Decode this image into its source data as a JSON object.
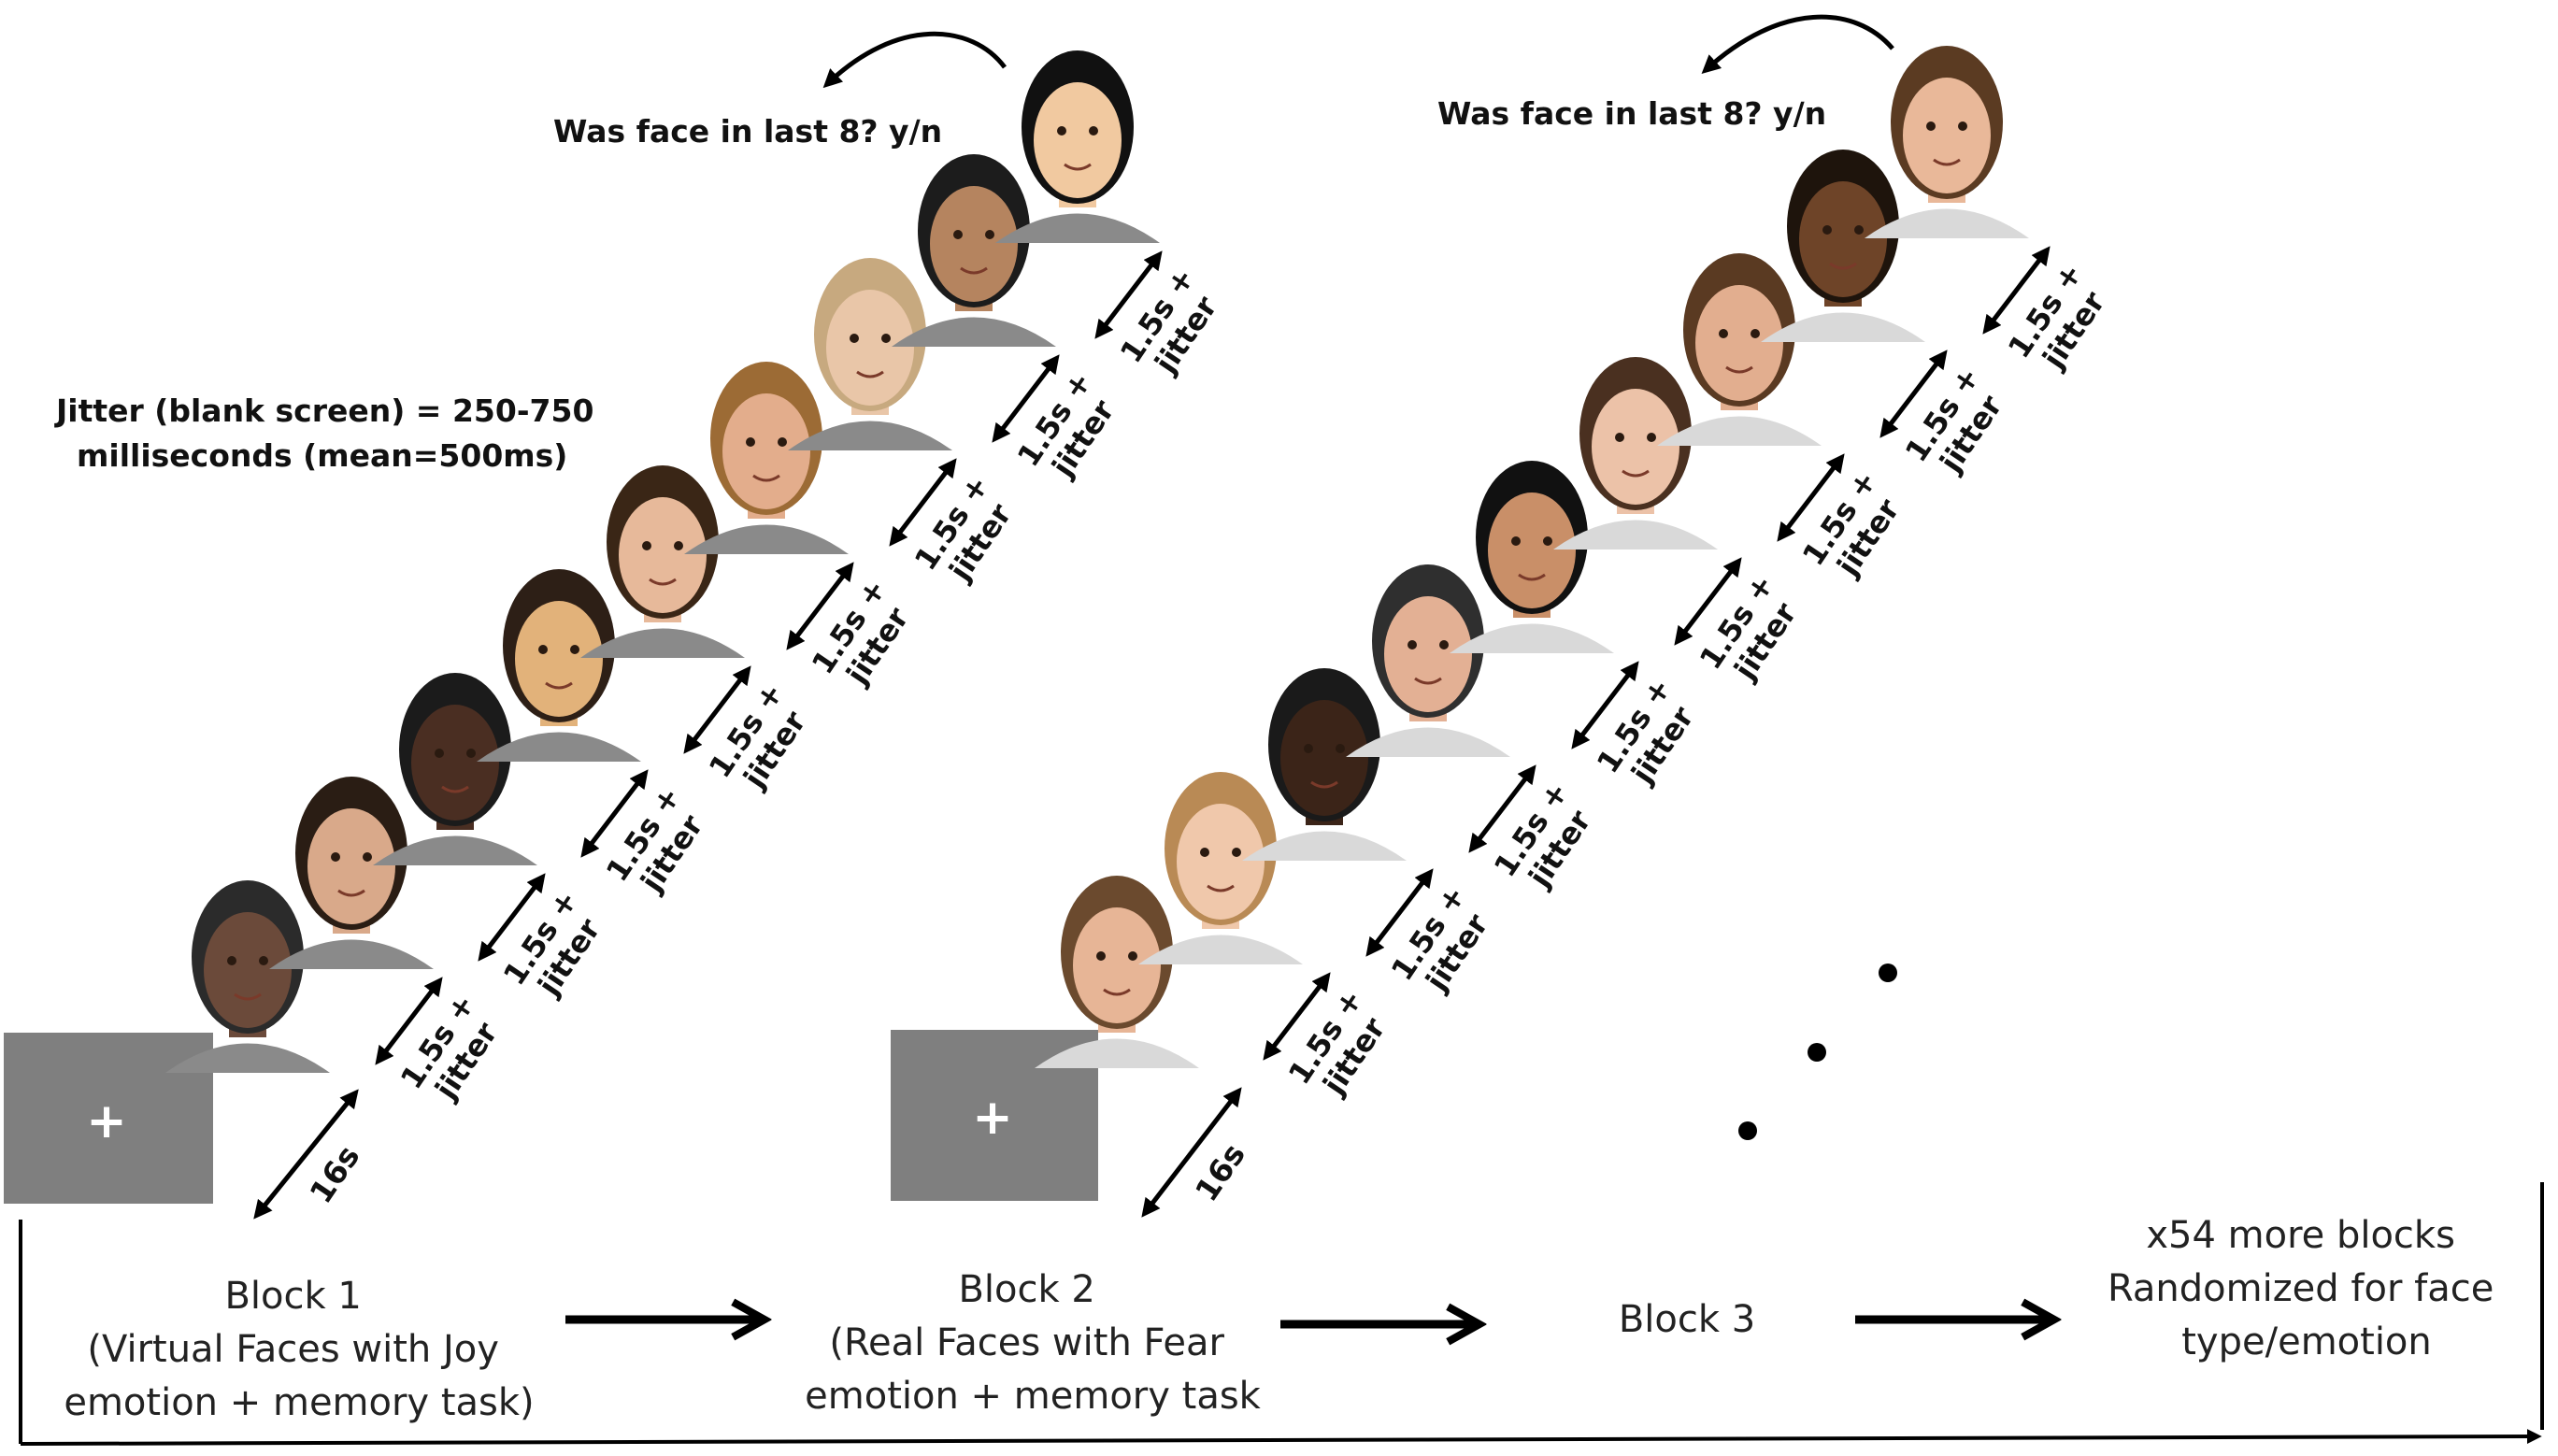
{
  "question_label": "Was face in last 8? y/n",
  "jitter_note": {
    "line1": "Jitter (blank screen) = 250-750",
    "line2": "milliseconds (mean=500ms)"
  },
  "fixation_symbol": "+",
  "baseline_label": "16s",
  "interval_label": {
    "line1": "1.5s +",
    "line2": "jitter"
  },
  "blocks": [
    {
      "lines": [
        "Block 1",
        "(Virtual Faces with Joy",
        "emotion + memory task)"
      ]
    },
    {
      "lines": [
        "Block 2",
        "(Real Faces with Fear",
        "emotion + memory task"
      ]
    },
    {
      "lines": [
        "Block 3"
      ]
    },
    {
      "lines": [
        "x54 more blocks",
        "Randomized for face",
        "type/emotion"
      ]
    }
  ],
  "colors": {
    "fixation_screen": "#7f7f7f",
    "arrow": "#000000",
    "virtual_skin_tones": [
      "#6b4a3a",
      "#d9a98a",
      "#4a2e22",
      "#e2b27a",
      "#e7b99a",
      "#e3ad8c",
      "#e9c6a8",
      "#b5845f",
      "#f1c9a0"
    ],
    "real_skin_tones": [
      "#e7b596",
      "#f0c8ab",
      "#3b2418",
      "#e3b094",
      "#c98f68",
      "#ecc2a8",
      "#e2ae8f",
      "#6e4428",
      "#e9b899"
    ],
    "shirt": "#8a8a8a"
  },
  "icons": [
    "fixation-cross-icon",
    "double-arrow-icon",
    "curved-return-arrow-icon",
    "right-arrow-icon",
    "ellipsis-dots-icon",
    "face-portrait-icon"
  ]
}
